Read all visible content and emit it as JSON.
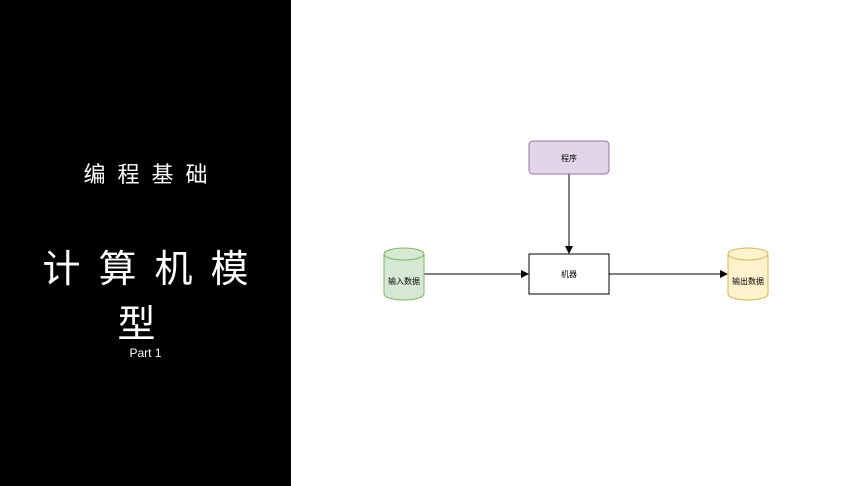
{
  "left": {
    "subtitle": "编程基础",
    "title": "计算机模型",
    "part": "Part 1"
  },
  "diagram": {
    "program": "程序",
    "machine": "机器",
    "input": "输入数据",
    "output": "输出数据",
    "colors": {
      "program_fill": "#e1d5e7",
      "program_stroke": "#9673a6",
      "input_fill": "#d5e8d4",
      "input_stroke": "#82b366",
      "output_fill": "#fff2cc",
      "output_stroke": "#d6b656"
    }
  }
}
